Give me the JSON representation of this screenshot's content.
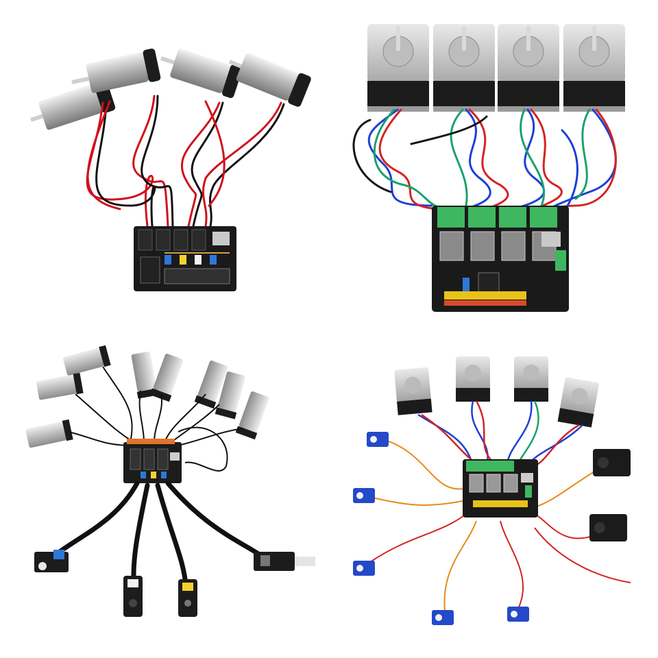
{
  "image": {
    "background_color": "#ffffff",
    "quadrants": [
      {
        "name": "dc-motors-driver-board",
        "components": [
          "dc-gear-motor",
          "dc-gear-motor",
          "dc-gear-motor",
          "dc-gear-motor",
          "controller-board"
        ],
        "wire_colors": [
          "#d0111b",
          "#111111",
          "#ffffff"
        ]
      },
      {
        "name": "stepper-motors-driver-board",
        "components": [
          "stepper-motor",
          "stepper-motor",
          "stepper-motor",
          "stepper-motor",
          "controller-board"
        ],
        "wire_colors": [
          "#1c3fd6",
          "#d42323",
          "#1aa26a",
          "#141414"
        ],
        "terminal_color": "#3fb760"
      },
      {
        "name": "encoder-motors-sensors-board",
        "components": [
          "dc-gear-motor",
          "dc-gear-motor",
          "dc-gear-motor",
          "dc-gear-motor",
          "dc-gear-motor",
          "dc-gear-motor",
          "dc-gear-motor",
          "dc-gear-motor",
          "controller-board",
          "sensor-module",
          "sensor-module",
          "sensor-module",
          "sensor-module"
        ]
      },
      {
        "name": "stepper-servo-board",
        "components": [
          "stepper-motor",
          "stepper-motor",
          "stepper-motor",
          "stepper-motor",
          "micro-servo",
          "micro-servo",
          "micro-servo",
          "micro-servo",
          "micro-servo",
          "standard-servo",
          "standard-servo",
          "controller-board"
        ],
        "servo_color": "#2449c9"
      }
    ]
  }
}
